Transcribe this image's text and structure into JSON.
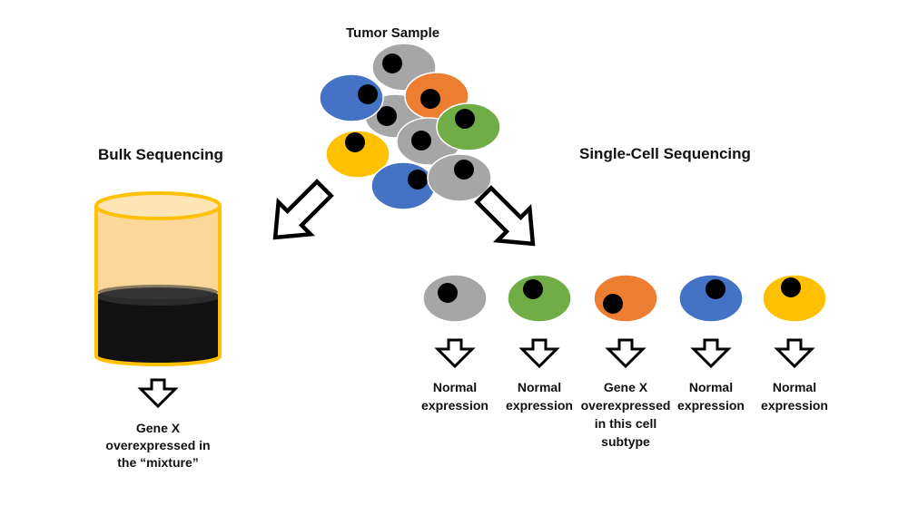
{
  "tumor": {
    "title": "Tumor Sample"
  },
  "bulk": {
    "title": "Bulk Sequencing",
    "result_lines": [
      "Gene X",
      "overexpressed in",
      "the “mixture”"
    ]
  },
  "single_cell": {
    "title": "Single-Cell Sequencing",
    "cells": [
      {
        "color": "#a6a6a6",
        "label_lines": [
          "Normal",
          "expression"
        ]
      },
      {
        "color": "#70ad47",
        "label_lines": [
          "Normal",
          "expression"
        ]
      },
      {
        "color": "#ed7d31",
        "label_lines": [
          "Gene X",
          "overexpressed",
          "in this cell",
          "subtype"
        ]
      },
      {
        "color": "#4472c4",
        "label_lines": [
          "Normal",
          "expression"
        ]
      },
      {
        "color": "#ffc000",
        "label_lines": [
          "Normal",
          "expression"
        ]
      }
    ]
  },
  "colors": {
    "gray": "#a6a6a6",
    "blue": "#4472c4",
    "orange": "#ed7d31",
    "green": "#70ad47",
    "yellow": "#ffc000",
    "nucleus": "#000000",
    "tube_outline": "#ffc000",
    "tube_liquid": "#fbd89a",
    "tube_sediment": "#111111",
    "arrow_stroke": "#000000"
  }
}
